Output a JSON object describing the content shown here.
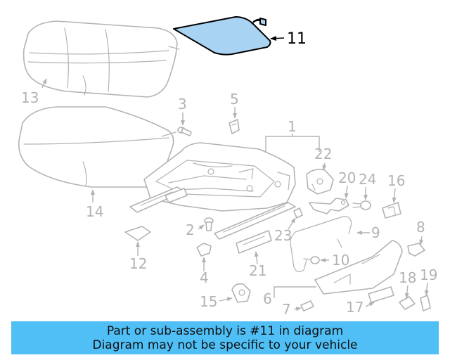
{
  "callouts": {
    "c1": "1",
    "c2": "2",
    "c3": "3",
    "c4": "4",
    "c5": "5",
    "c6": "6",
    "c7": "7",
    "c8": "8",
    "c9": "9",
    "c10": "10",
    "c11": "11",
    "c12": "12",
    "c13": "13",
    "c14": "14",
    "c15": "15",
    "c16": "16",
    "c17": "17",
    "c18": "18",
    "c19": "19",
    "c20": "20",
    "c21": "21",
    "c22": "22",
    "c23": "23",
    "c24": "24"
  },
  "highlight": {
    "part": "11",
    "color": "#a9d3f2"
  },
  "banner": {
    "line1": "Part or sub-assembly is #11 in diagram",
    "line2": "Diagram may not be specific to your vehicle",
    "background": "#4fbff6"
  }
}
